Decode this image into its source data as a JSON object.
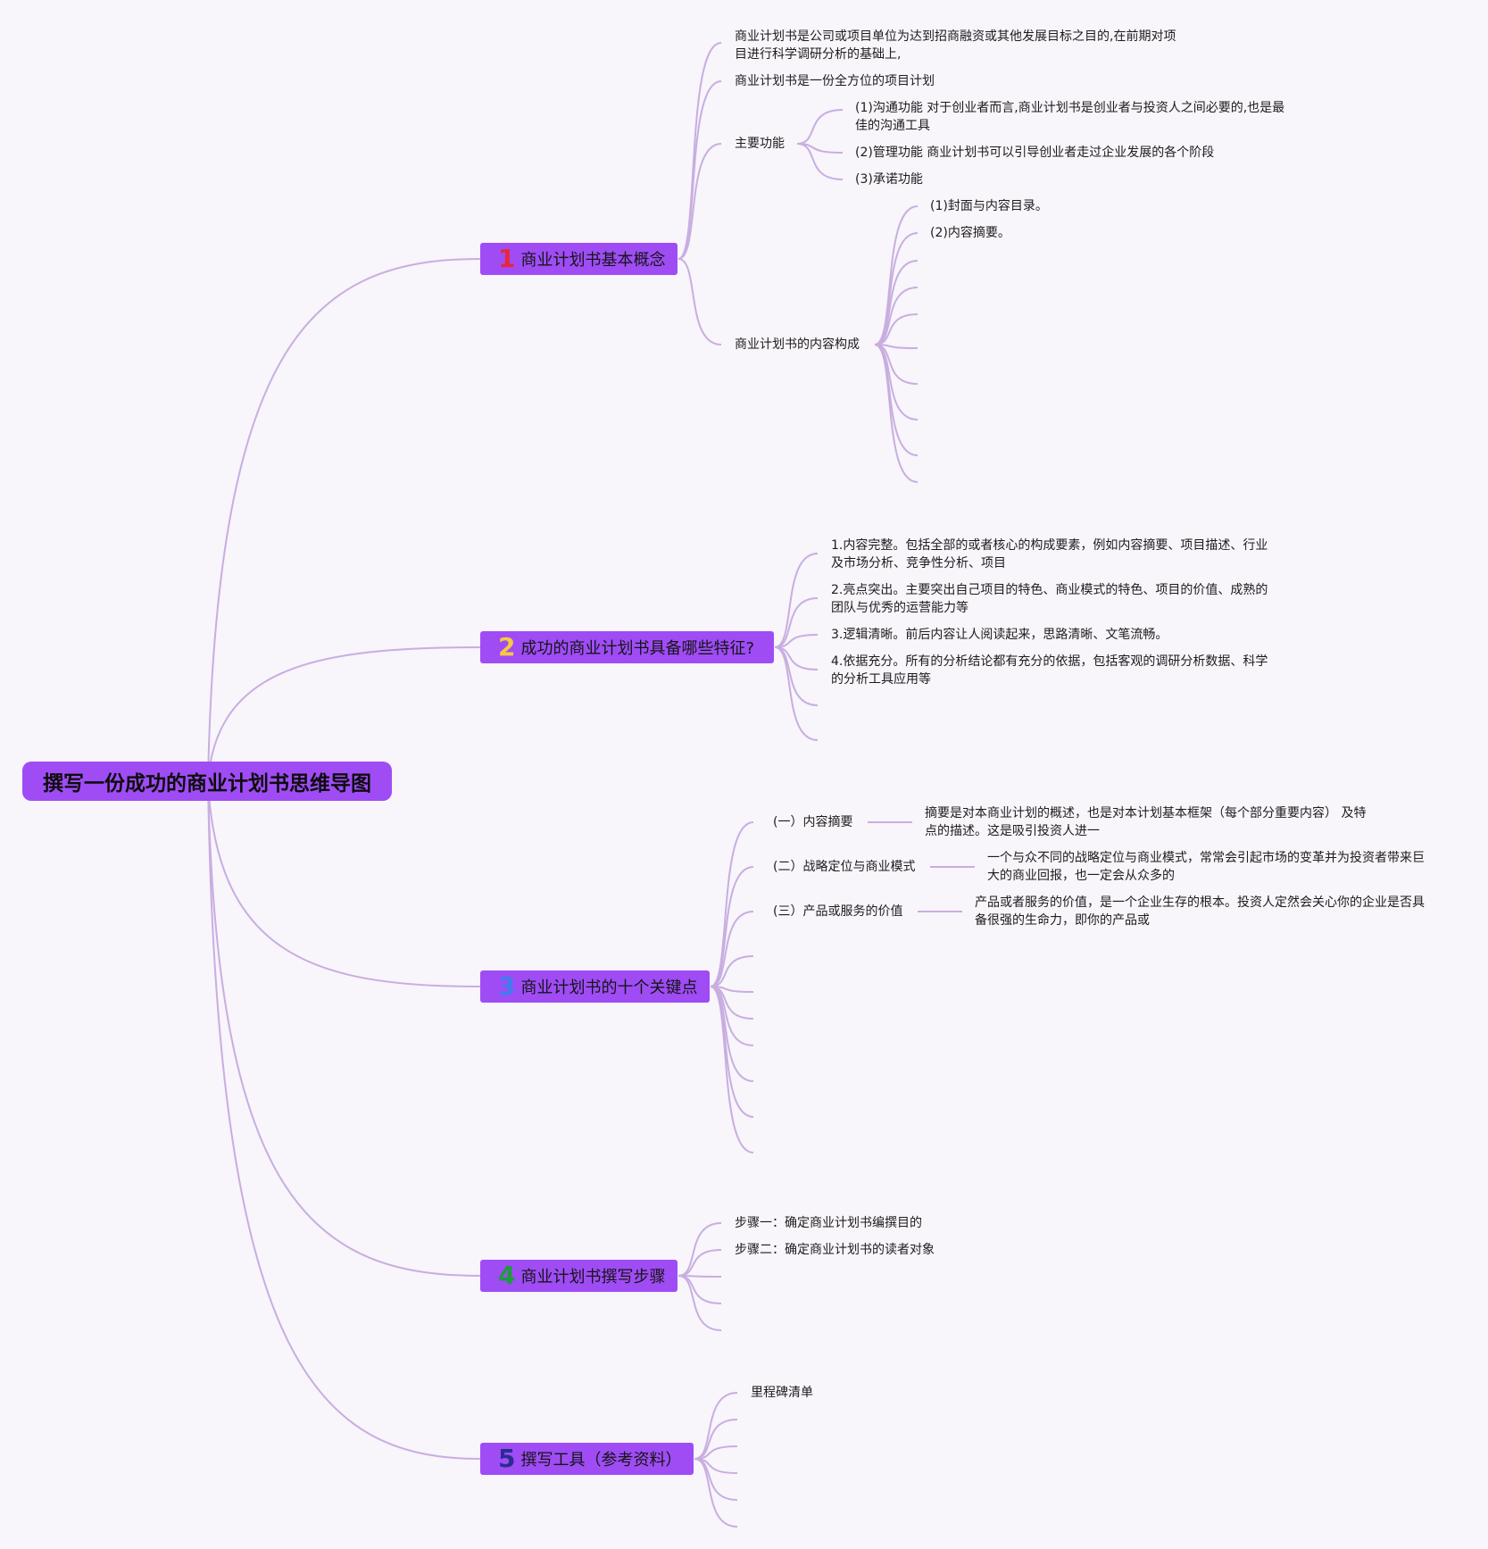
{
  "root": {
    "title": "撰写一份成功的商业计划书思维导图"
  },
  "branches": [
    {
      "number": "1",
      "number_color": "#e8273c",
      "label": "商业计划书基本概念",
      "children": [
        {
          "text": "商业计划书是公司或项目单位为达到招商融资或其他发展目标之目的,在前期对项目进行科学调研分析的基础上,"
        },
        {
          "text": "商业计划书是一份全方位的项目计划"
        },
        {
          "text": "主要功能",
          "children": [
            {
              "text": "(1)沟通功能 对于创业者而言,商业计划书是创业者与投资人之间必要的,也是最佳的沟通工具"
            },
            {
              "text": "(2)管理功能 商业计划书可以引导创业者走过企业发展的各个阶段"
            },
            {
              "text": "(3)承诺功能"
            }
          ]
        },
        {
          "text": "商业计划书的内容构成",
          "children": [
            {
              "text": "(1)封面与内容目录。"
            },
            {
              "text": "(2)内容摘要。"
            }
          ]
        }
      ]
    },
    {
      "number": "2",
      "number_color": "#f7c842",
      "label": "成功的商业计划书具备哪些特征?",
      "children": [
        {
          "text": "1.内容完整。包括全部的或者核心的构成要素，例如内容摘要、项目描述、行业及市场分析、竞争性分析、项目"
        },
        {
          "text": "2.亮点突出。主要突出自己项目的特色、商业模式的特色、项目的价值、成熟的团队与优秀的运营能力等"
        },
        {
          "text": "3.逻辑清晰。前后内容让人阅读起来，思路清晰、文笔流畅。"
        },
        {
          "text": "4.依据充分。所有的分析结论都有充分的依据，包括客观的调研分析数据、科学的分析工具应用等"
        }
      ]
    },
    {
      "number": "3",
      "number_color": "#3d7df0",
      "label": "商业计划书的十个关键点",
      "children": [
        {
          "text": "(一）内容摘要",
          "detail": "摘要是对本商业计划的概述，也是对本计划基本框架（每个部分重要内容） 及特点的描述。这是吸引投资人进一"
        },
        {
          "text": "(二）战略定位与商业模式",
          "detail": "一个与众不同的战略定位与商业模式，常常会引起市场的变革并为投资者带来巨大的商业回报，也一定会从众多的"
        },
        {
          "text": "(三）产品或服务的价值",
          "detail": "产品或者服务的价值，是一个企业生存的根本。投资人定然会关心你的企业是否具备很强的生命力，即你的产品或"
        }
      ]
    },
    {
      "number": "4",
      "number_color": "#1e9b3c",
      "label": "商业计划书撰写步骤",
      "children": [
        {
          "text": "步骤一：确定商业计划书编撰目的"
        },
        {
          "text": "步骤二：确定商业计划书的读者对象"
        }
      ]
    },
    {
      "number": "5",
      "number_color": "#2b2c8f",
      "label": "撰写工具（参考资料）",
      "children": [
        {
          "text": "里程碑清单"
        }
      ]
    }
  ]
}
